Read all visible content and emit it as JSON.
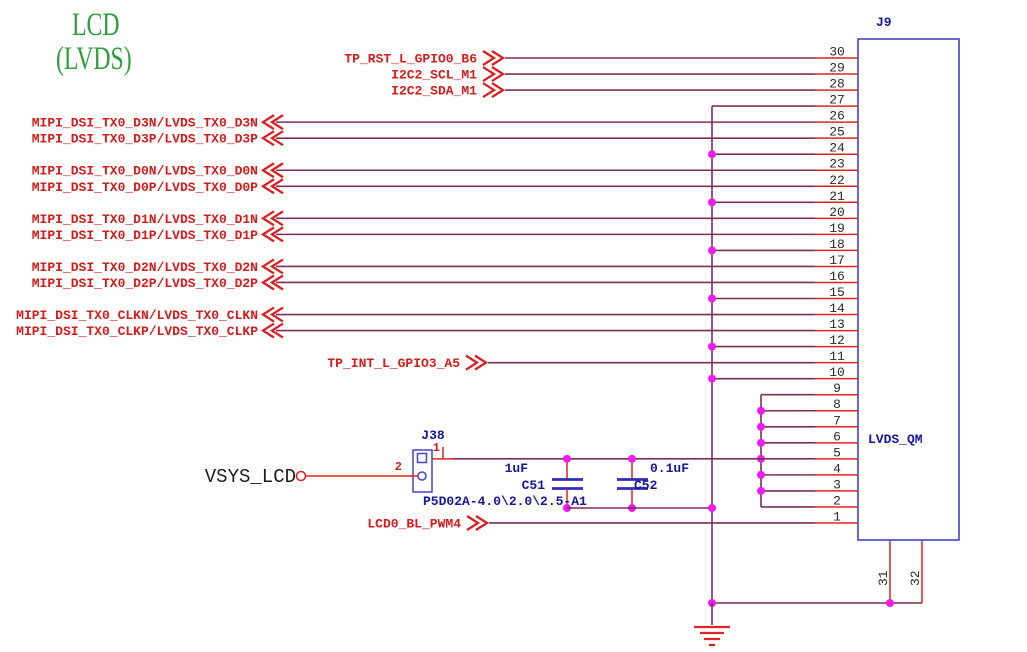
{
  "title": {
    "line1": "LCD",
    "line2": "(LVDS)"
  },
  "colors": {
    "wire": "#7d2d5f",
    "pin": "#e02424",
    "chevron": "#d92121",
    "label": "#d41c1c",
    "junction": "#ee1cee",
    "component": "#4444cc",
    "component_text": "#17179b",
    "cap_plate": "#2e2eb8",
    "pin_number": "#2b2b2b",
    "text": "#1d1d1d",
    "title_green": "#2f9e3d"
  },
  "power": {
    "net": "VSYS_LCD"
  },
  "jumper": {
    "ref": "J38",
    "part": "P5D02A-4.0\\2.0\\2.5-A1",
    "pin1": "1",
    "pin2": "2"
  },
  "capacitors": [
    {
      "ref": "C51",
      "value": "1uF"
    },
    {
      "ref": "C52",
      "value": "0.1uF"
    }
  ],
  "connector": {
    "ref": "J9",
    "name": "LVDS_QM",
    "left_pins": [
      30,
      29,
      28,
      27,
      26,
      25,
      24,
      23,
      22,
      21,
      20,
      19,
      18,
      17,
      16,
      15,
      14,
      13,
      12,
      11,
      10,
      9,
      8,
      7,
      6,
      5,
      4,
      3,
      2,
      1
    ],
    "bottom_pins": [
      "31",
      "32"
    ]
  },
  "nets": {
    "signals": [
      {
        "pin": 30,
        "label": "TP_RST_L_GPIO0_B6",
        "dir": "in"
      },
      {
        "pin": 29,
        "label": "I2C2_SCL_M1",
        "dir": "in"
      },
      {
        "pin": 28,
        "label": "I2C2_SDA_M1",
        "dir": "in"
      },
      {
        "pin": 26,
        "label": "MIPI_DSI_TX0_D3N/LVDS_TX0_D3N",
        "dir": "out"
      },
      {
        "pin": 25,
        "label": "MIPI_DSI_TX0_D3P/LVDS_TX0_D3P",
        "dir": "out"
      },
      {
        "pin": 23,
        "label": "MIPI_DSI_TX0_D0N/LVDS_TX0_D0N",
        "dir": "out"
      },
      {
        "pin": 22,
        "label": "MIPI_DSI_TX0_D0P/LVDS_TX0_D0P",
        "dir": "out"
      },
      {
        "pin": 20,
        "label": "MIPI_DSI_TX0_D1N/LVDS_TX0_D1N",
        "dir": "out"
      },
      {
        "pin": 19,
        "label": "MIPI_DSI_TX0_D1P/LVDS_TX0_D1P",
        "dir": "out"
      },
      {
        "pin": 17,
        "label": "MIPI_DSI_TX0_D2N/LVDS_TX0_D2N",
        "dir": "out"
      },
      {
        "pin": 16,
        "label": "MIPI_DSI_TX0_D2P/LVDS_TX0_D2P",
        "dir": "out"
      },
      {
        "pin": 14,
        "label": "MIPI_DSI_TX0_CLKN/LVDS_TX0_CLKN",
        "dir": "out"
      },
      {
        "pin": 13,
        "label": "MIPI_DSI_TX0_CLKP/LVDS_TX0_CLKP",
        "dir": "out"
      },
      {
        "pin": 11,
        "label": "TP_INT_L_GPIO3_A5",
        "dir": "in"
      },
      {
        "pin": 1,
        "label": "LCD0_BL_PWM4",
        "dir": "in"
      }
    ],
    "gnd_bus_pins": [
      27,
      24,
      21,
      18,
      15,
      12,
      10
    ],
    "power_bus_pins": [
      9,
      8,
      7,
      6,
      5,
      4,
      3,
      2
    ]
  }
}
